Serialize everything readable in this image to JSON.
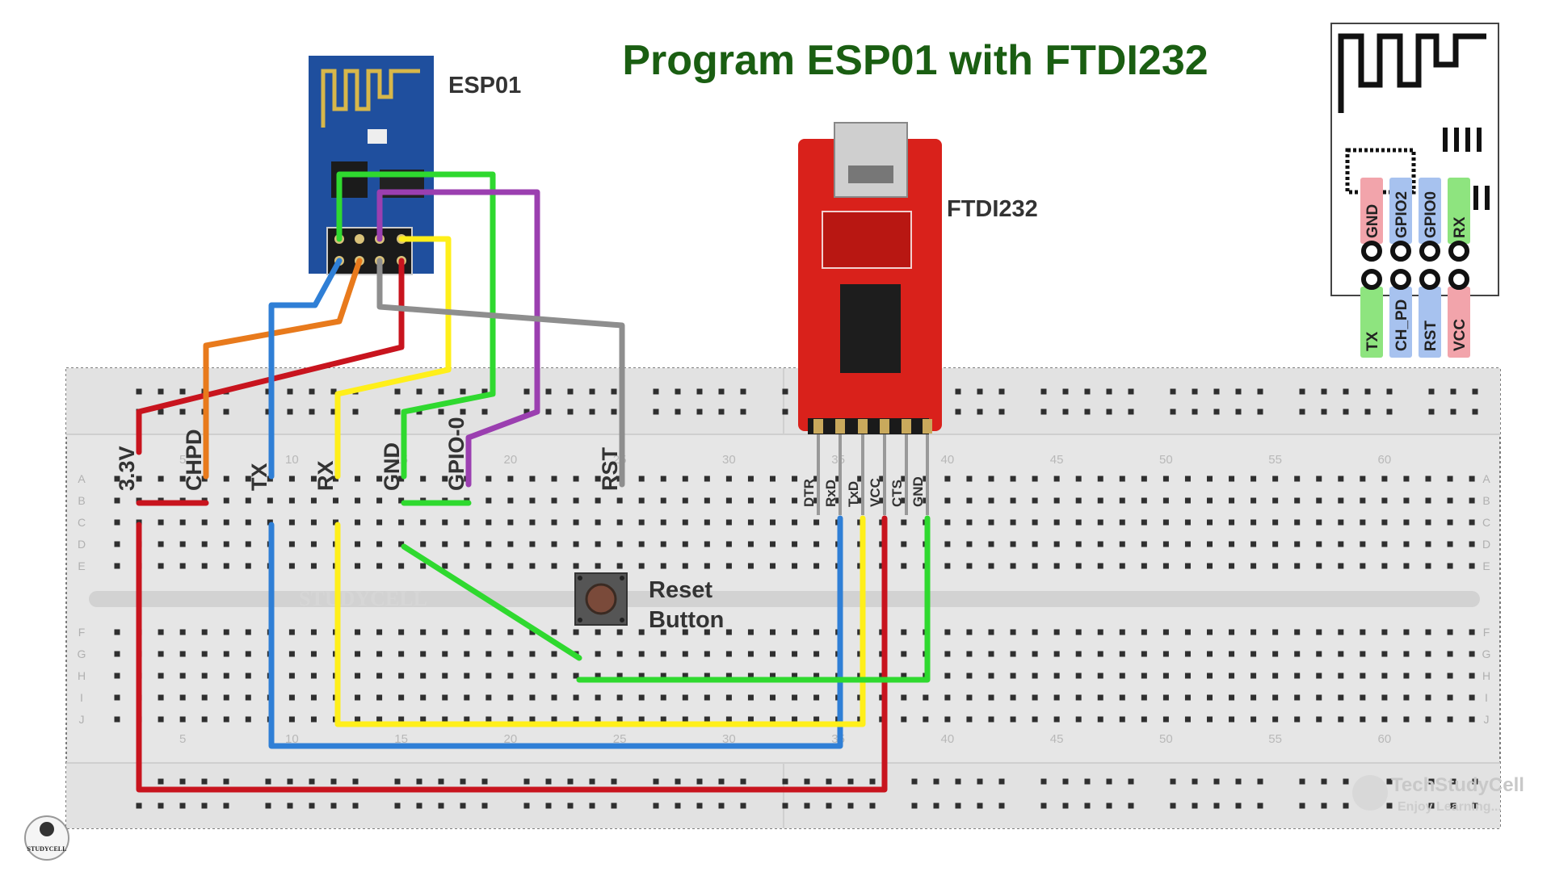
{
  "title": "Program ESP01 with FTDI232",
  "colors": {
    "title": "#1a5e12",
    "breadboard": "#e6e6e6",
    "esp_board": "#1f4f9e",
    "ftdi_board": "#d9211b",
    "wire_red": "#c8141e",
    "wire_orange": "#e87a1c",
    "wire_blue": "#2f7fd6",
    "wire_yellow": "#ffef1a",
    "wire_green": "#2fd92f",
    "wire_purple": "#9b3fb0",
    "wire_gray": "#8e8e8e"
  },
  "esp01": {
    "label": "ESP01"
  },
  "ftdi": {
    "label": "FTDI232",
    "pins": [
      "DTR",
      "RxD",
      "TxD",
      "VCC",
      "CTS",
      "GND"
    ]
  },
  "breadboard": {
    "column_numbers": [
      "5",
      "10",
      "15",
      "20",
      "25",
      "30",
      "35",
      "40",
      "45",
      "50",
      "55",
      "60"
    ],
    "rows_top": [
      "A",
      "B",
      "C",
      "D",
      "E"
    ],
    "rows_bottom": [
      "F",
      "G",
      "H",
      "I",
      "J"
    ]
  },
  "pin_labels": [
    "3.3V",
    "CHPD",
    "TX",
    "RX",
    "GND",
    "GPIO-0",
    "RST"
  ],
  "reset_button": {
    "line1": "Reset",
    "line2": "Button"
  },
  "pinout": {
    "top_row": [
      "GND",
      "GPIO2",
      "GPIO0",
      "RX"
    ],
    "bottom_row": [
      "TX",
      "CH_PD",
      "RST",
      "VCC"
    ],
    "tag_colors_top": [
      "#f2a4ab",
      "#a7c2ef",
      "#a7c2ef",
      "#8ee47f"
    ],
    "tag_colors_bottom": [
      "#8ee47f",
      "#a7c2ef",
      "#a7c2ef",
      "#f2a4ab"
    ]
  },
  "watermark": {
    "brand": "TechStudyCell",
    "tagline": "Enjoy Learning...",
    "logo_text": "STUDYCELL"
  }
}
